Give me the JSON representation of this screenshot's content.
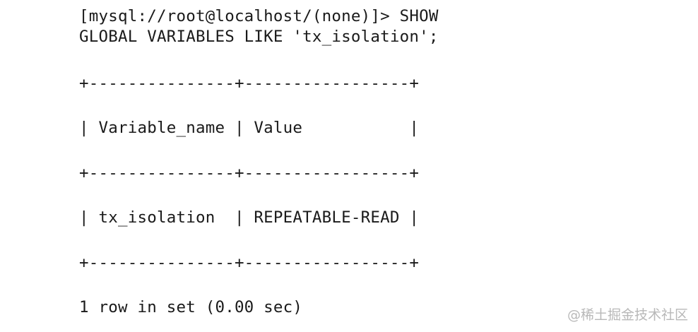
{
  "terminal": {
    "prompt": "[mysql://root@localhost/(none)]> SHOW",
    "command_cont": "GLOBAL VARIABLES LIKE 'tx_isolation';",
    "border_top": "+---------------+-----------------+",
    "header_row": "| Variable_name | Value           |",
    "border_mid": "+---------------+-----------------+",
    "data_row": "| tx_isolation  | REPEATABLE-READ |",
    "border_bottom": "+---------------+-----------------+",
    "footer": "1 row in set (0.00 sec)"
  },
  "watermark": "@稀土掘金技术社区"
}
